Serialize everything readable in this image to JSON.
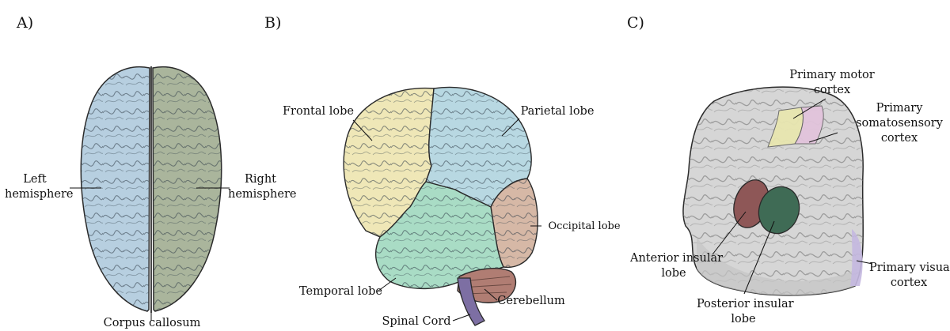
{
  "panels": {
    "a": {
      "letter": "A)",
      "left_label": [
        "Left",
        "hemisphere"
      ],
      "right_label": [
        "Right",
        "hemisphere"
      ],
      "bottom_label": "Corpus callosum"
    },
    "b": {
      "letter": "B)",
      "frontal": "Frontal lobe",
      "parietal": "Parietal lobe",
      "occipital": "Occipital lobe",
      "temporal": "Temporal lobe",
      "cerebellum": "Cerebellum",
      "spinal": "Spinal Cord"
    },
    "c": {
      "letter": "C)",
      "motor": [
        "Primary motor",
        "cortex"
      ],
      "somato": [
        "Primary",
        "somatosensory",
        "cortex"
      ],
      "visual": [
        "Primary visual",
        "cortex"
      ],
      "anterior": [
        "Anterior insular",
        "lobe"
      ],
      "posterior": [
        "Posterior insular",
        "lobe"
      ]
    }
  },
  "colors": {
    "left_hemisphere": "#b7cfe0",
    "right_hemisphere": "#aab59c",
    "frontal": "#efe7b7",
    "parietal": "#b8d8e2",
    "temporal": "#a9dcc5",
    "occipital": "#d6b8a6",
    "cerebellum": "#b07d73",
    "spinal_cord": "#7d6fa3",
    "cortex_grey": "#d6d6d6",
    "motor": "#e8e6b0",
    "somatosensory": "#e2c4dc",
    "visual": "#c4b8e0",
    "anterior_insula": "#8e5757",
    "posterior_insula": "#3f6b55"
  }
}
